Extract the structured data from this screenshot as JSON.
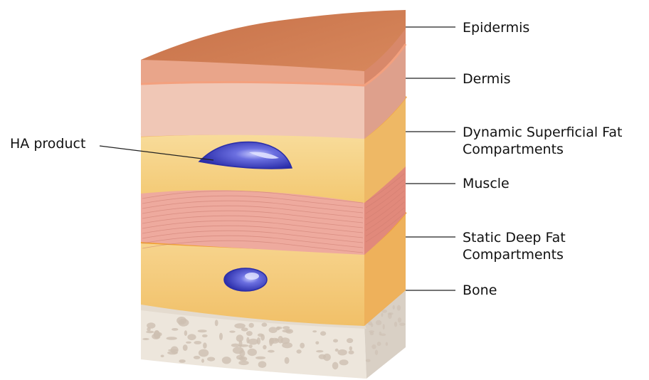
{
  "diagram": {
    "labels": {
      "epidermis": "Epidermis",
      "dermis": "Dermis",
      "superficial_fat_line1": "Dynamic Superficial Fat",
      "superficial_fat_line2": "Compartments",
      "muscle": "Muscle",
      "deep_fat_line1": "Static Deep Fat",
      "deep_fat_line2": "Compartments",
      "bone": "Bone",
      "ha_product": "HA product"
    },
    "colors": {
      "epidermis_top": "#c8744a",
      "epidermis_front": "#e9a58a",
      "epidermis_side": "#d8886a",
      "dermis_front": "#f0c7b6",
      "dermis_side": "#dea08c",
      "superficial_fat_front": "#f7d690",
      "superficial_fat_side": "#eeb865",
      "superficial_fat_rim": "#f2a946",
      "muscle_front": "#eeaa9e",
      "muscle_side": "#e1897b",
      "muscle_fiber": "#c9776c",
      "deep_fat_front": "#f6cf85",
      "deep_fat_side": "#eeb15b",
      "deep_fat_rim": "#f0a13a",
      "bone_front": "#ede6dc",
      "bone_side": "#d9d0c5",
      "bone_pore": "#cdbfb2",
      "ha_product": "#3b3ec4",
      "ha_highlight": "#b9bcf5",
      "leader_line": "#222222"
    }
  }
}
